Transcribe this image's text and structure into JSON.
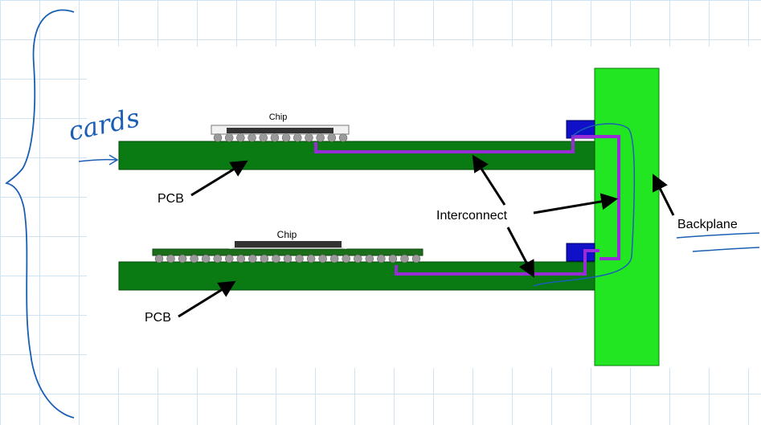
{
  "labels": {
    "chip_top": "Chip",
    "chip_bottom": "Chip",
    "pcb_top": "PCB",
    "pcb_bottom": "PCB",
    "interconnect": "Interconnect",
    "backplane": "Backplane"
  },
  "handwriting": {
    "cards": "cards"
  },
  "colors": {
    "pcb": "#0a7a12",
    "backplane": "#22e622",
    "interconnect": "#9a2cd8",
    "connector": "#1010c8",
    "solder_ball": "#9a9a9a",
    "chip_body": "#333333",
    "ink": "#1a5fb4"
  }
}
